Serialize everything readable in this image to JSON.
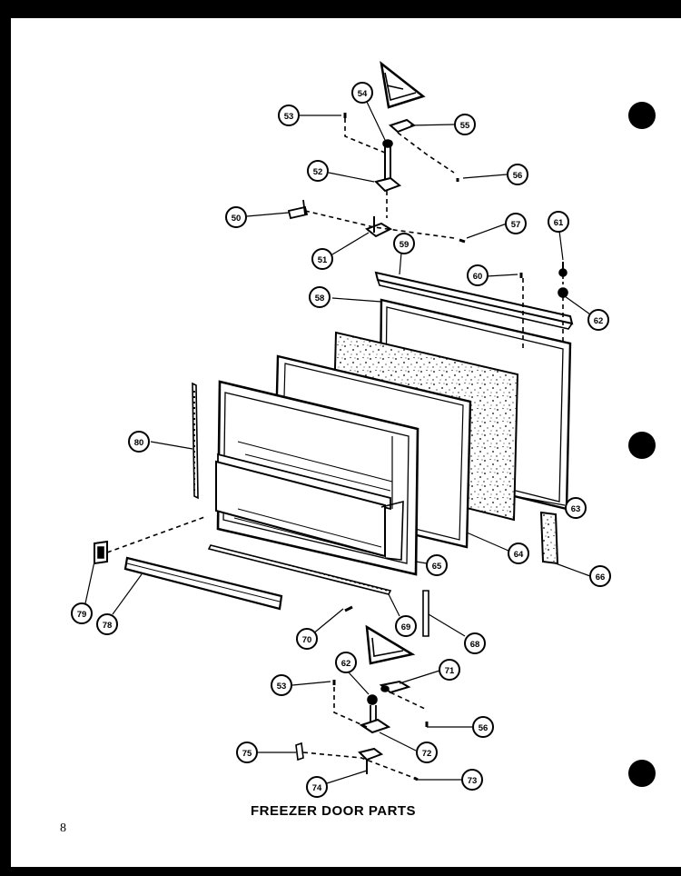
{
  "caption": "FREEZER DOOR PARTS",
  "page_number": "8",
  "colors": {
    "ink": "#000000",
    "paper": "#ffffff"
  },
  "callouts": [
    {
      "id": "c53a",
      "label": "53"
    },
    {
      "id": "c54",
      "label": "54"
    },
    {
      "id": "c55",
      "label": "55"
    },
    {
      "id": "c56a",
      "label": "56"
    },
    {
      "id": "c52",
      "label": "52"
    },
    {
      "id": "c50",
      "label": "50"
    },
    {
      "id": "c57",
      "label": "57"
    },
    {
      "id": "c61",
      "label": "61"
    },
    {
      "id": "c51",
      "label": "51"
    },
    {
      "id": "c59",
      "label": "59"
    },
    {
      "id": "c60",
      "label": "60"
    },
    {
      "id": "c58",
      "label": "58"
    },
    {
      "id": "c62a",
      "label": "62"
    },
    {
      "id": "c80",
      "label": "80"
    },
    {
      "id": "c63",
      "label": "63"
    },
    {
      "id": "c64",
      "label": "64"
    },
    {
      "id": "c65",
      "label": "65"
    },
    {
      "id": "c66",
      "label": "66"
    },
    {
      "id": "c79",
      "label": "79"
    },
    {
      "id": "c78",
      "label": "78"
    },
    {
      "id": "c70",
      "label": "70"
    },
    {
      "id": "c69",
      "label": "69"
    },
    {
      "id": "c68",
      "label": "68"
    },
    {
      "id": "c62b",
      "label": "62"
    },
    {
      "id": "c71",
      "label": "71"
    },
    {
      "id": "c53b",
      "label": "53"
    },
    {
      "id": "c56b",
      "label": "56"
    },
    {
      "id": "c75",
      "label": "75"
    },
    {
      "id": "c72",
      "label": "72"
    },
    {
      "id": "c74",
      "label": "74"
    },
    {
      "id": "c73",
      "label": "73"
    }
  ]
}
